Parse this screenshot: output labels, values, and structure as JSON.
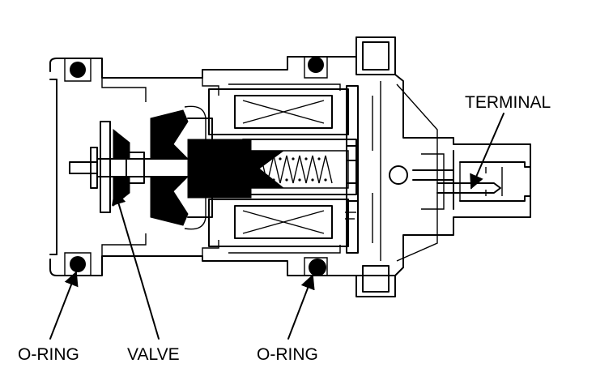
{
  "diagram": {
    "labels": {
      "terminal": "TERMINAL",
      "oring_left": "O-RING",
      "valve": "VALVE",
      "oring_right": "O-RING"
    }
  }
}
